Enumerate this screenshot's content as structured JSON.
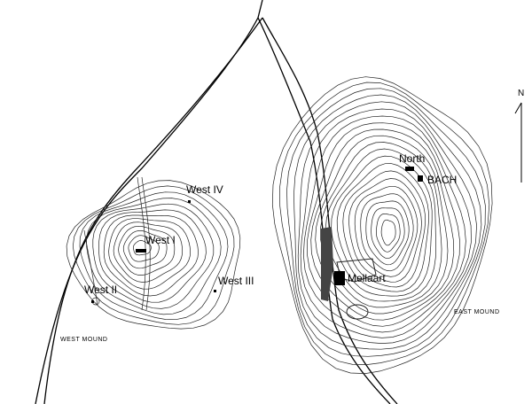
{
  "mounds": {
    "west_label": "WEST MOUND",
    "east_label": "EAST MOUND"
  },
  "trenches": {
    "west_i": "West I",
    "west_ii": "West II",
    "west_iii": "West III",
    "west_iv": "West IV",
    "north": "North",
    "bach": "BACH",
    "mellaart": "Mellaart"
  },
  "compass": {
    "label": "N"
  },
  "colors": {
    "ink": "#000000",
    "paper": "#ffffff"
  }
}
